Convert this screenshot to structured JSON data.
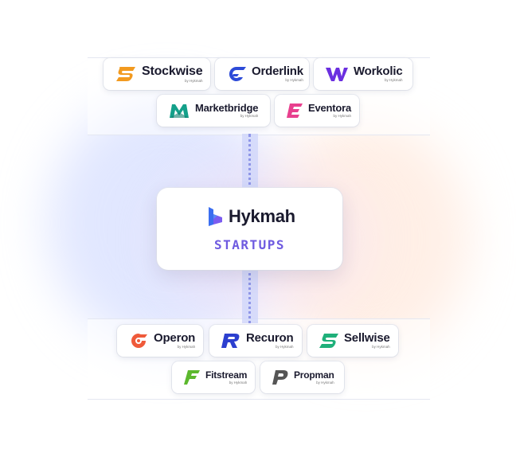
{
  "hub": {
    "name": "Hykmah",
    "subtitle": "STARTUPS"
  },
  "by_label": "by Hykmah",
  "top_products": [
    {
      "name": "Stockwise",
      "icon": "stockwise-logo-icon",
      "color": "#f29a1f"
    },
    {
      "name": "Orderlink",
      "icon": "orderlink-logo-icon",
      "color": "#2d4bd8"
    },
    {
      "name": "Workolic",
      "icon": "workolic-logo-icon",
      "color": "#6b2fe0"
    },
    {
      "name": "Marketbridge",
      "icon": "marketbridge-logo-icon",
      "color": "#14a08a"
    },
    {
      "name": "Eventora",
      "icon": "eventora-logo-icon",
      "color": "#e8408e"
    }
  ],
  "bottom_products": [
    {
      "name": "Operon",
      "icon": "operon-logo-icon",
      "color": "#ef5a3a"
    },
    {
      "name": "Recuron",
      "icon": "recuron-logo-icon",
      "color": "#2c3fcf"
    },
    {
      "name": "Sellwise",
      "icon": "sellwise-logo-icon",
      "color": "#1fb07a"
    },
    {
      "name": "Fitstream",
      "icon": "fitstream-logo-icon",
      "color": "#5cb82e"
    },
    {
      "name": "Propman",
      "icon": "propman-logo-icon",
      "color": "#555555"
    }
  ]
}
